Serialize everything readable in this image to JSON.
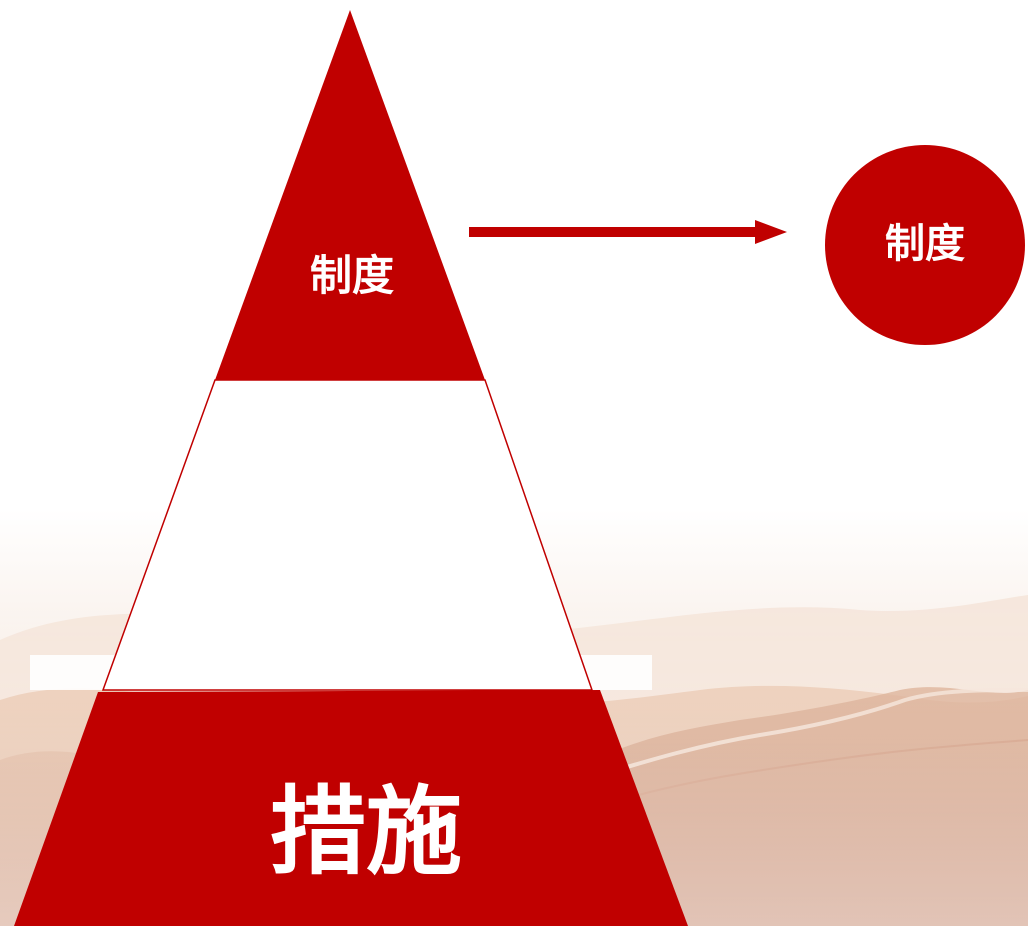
{
  "colors": {
    "primary": "#c00000",
    "outline": "#c00000",
    "text_on_primary": "#ffffff",
    "background": "#ffffff",
    "landscape": "#d9a98c"
  },
  "pyramid": {
    "top": {
      "label": "制度"
    },
    "middle": {
      "label": ""
    },
    "bottom": {
      "label": "措施"
    }
  },
  "arrow": {
    "direction": "right",
    "icon": "arrow-right-icon"
  },
  "circle": {
    "label": "制度"
  }
}
